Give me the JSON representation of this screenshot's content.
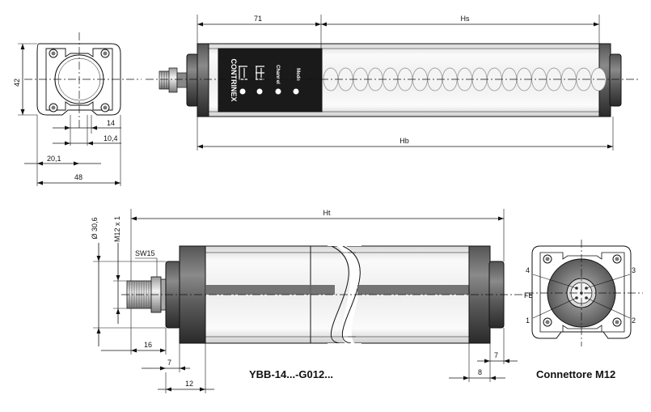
{
  "dimensions": {
    "d42": "42",
    "d71": "71",
    "hs": "Hs",
    "hb": "Hb",
    "d14": "14",
    "d10_4": "10,4",
    "d20_1": "20,1",
    "d48": "48",
    "ht": "Ht",
    "d30_6": "Ø 30,6",
    "m12": "M12 x 1",
    "sw15": "SW15",
    "d16": "16",
    "d7a": "7",
    "d12": "12",
    "d7b": "7",
    "d8": "8",
    "fe": "FE",
    "pin1": "1",
    "pin2": "2",
    "pin3": "3",
    "pin4": "4"
  },
  "labels": {
    "model": "YBB-14...-G012...",
    "connector": "Connettore M12"
  },
  "panel": {
    "brand": "CONTRINEX",
    "channel": "Channel",
    "mode": "Mode"
  }
}
